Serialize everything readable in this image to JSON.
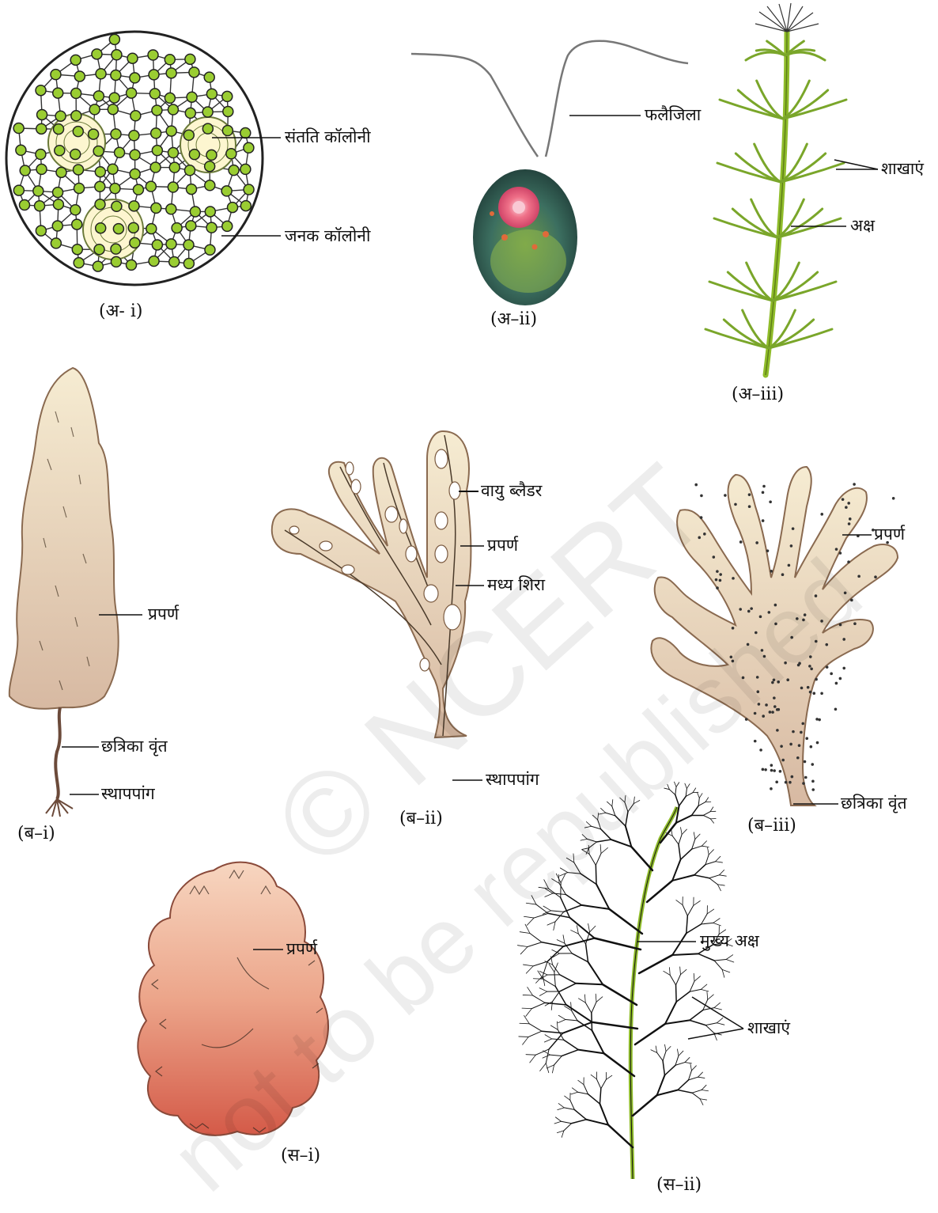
{
  "watermark": {
    "line1": "© NCERT",
    "line2": "not to be republished"
  },
  "panels": {
    "a1": {
      "caption": "(अ- i)",
      "labels": {
        "daughter_colony": "संतति कॉलोनी",
        "parent_colony": "जनक कॉलोनी"
      }
    },
    "a2": {
      "caption": "(अ–ii)",
      "labels": {
        "flagella": "फलैजिला"
      }
    },
    "a3": {
      "caption": "(अ–iii)",
      "labels": {
        "branches": "शाखाएं",
        "axis": "अक्ष"
      }
    },
    "b1": {
      "caption": "(ब–i)",
      "labels": {
        "frond": "प्रपर्ण",
        "stipe": "छत्रिका वृंत",
        "holdfast": "स्थापपांग"
      }
    },
    "b2": {
      "caption": "(ब–ii)",
      "labels": {
        "air_bladder": "वायु ब्लैडर",
        "frond": "प्रपर्ण",
        "midrib": "मध्य शिरा",
        "holdfast": "स्थापपांग"
      }
    },
    "b3": {
      "caption": "(ब–iii)",
      "labels": {
        "frond": "प्रपर्ण",
        "stipe": "छत्रिका वृंत"
      }
    },
    "c1": {
      "caption": "(स–i)",
      "labels": {
        "frond": "प्रपर्ण"
      }
    },
    "c2": {
      "caption": "(स–ii)",
      "labels": {
        "main_axis": "मुख्य अक्ष",
        "branches": "शाखाएं"
      }
    }
  },
  "colors": {
    "volvox_cell": "#9acd32",
    "flagellate_body": "#3f6b55",
    "eyespot": "#e8607a",
    "chara_green": "#9bc43a",
    "brown_frond_top": "#f6ecd2",
    "brown_frond_bottom": "#d7b9a2",
    "red_frond_top": "#f7d6c0",
    "red_frond_bottom": "#d96a55"
  }
}
